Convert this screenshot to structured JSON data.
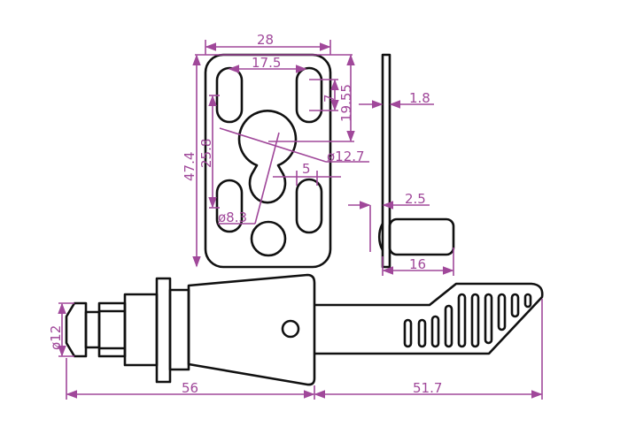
{
  "colors": {
    "part": "#111111",
    "dimension": "#a0489a"
  },
  "dimensions": {
    "plate_width": "28",
    "slot_spacing": "17.5",
    "slot_offset": "7",
    "hole_height": "19.55",
    "plate_height": "47.4",
    "slot_vertical": "25.8",
    "key_hole_dia": "ø12.7",
    "slot_width": "5",
    "small_hole_dia": "ø8.3",
    "plate_thickness": "1.8",
    "boss_offset": "2.5",
    "boss_length": "16",
    "knob_dia": "ø12",
    "body_length": "56",
    "handle_length": "51.7"
  }
}
